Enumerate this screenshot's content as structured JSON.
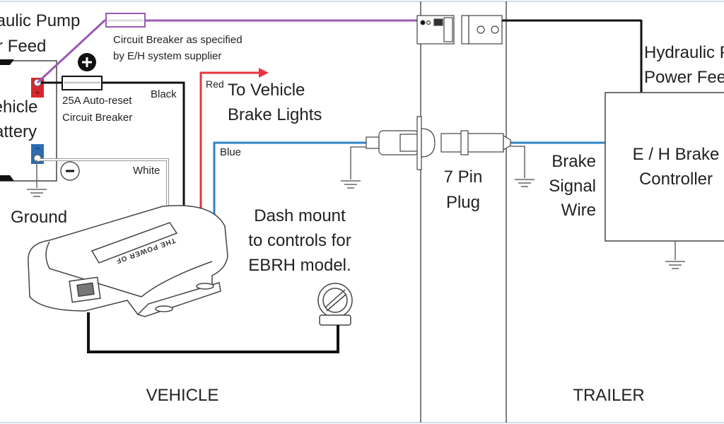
{
  "labels": {
    "pump_feed_left": [
      "Hydraulic Pump",
      "Power Feed"
    ],
    "breaker_spec": [
      "Circuit Breaker as specified",
      "by E/H system supplier"
    ],
    "battery": [
      "Vehicle",
      "Battery"
    ],
    "auto_reset": [
      "25A Auto-reset",
      "Circuit Breaker"
    ],
    "black": "Black",
    "white": "White",
    "red": "Red",
    "blue": "Blue",
    "brake_lights": [
      "To Vehicle",
      "Brake Lights"
    ],
    "ground": "Ground",
    "dash_mount": [
      "Dash mount",
      "to controls for",
      "EBRH model."
    ],
    "seven_pin": [
      "7 Pin",
      "Plug"
    ],
    "brake_signal": [
      "Brake",
      "Signal",
      "Wire"
    ],
    "pump_feed_right": [
      "Hydraulic Pump",
      "Power Feed"
    ],
    "controller": [
      "E / H Brake",
      "Controller"
    ],
    "vehicle": "VEHICLE",
    "trailer": "TRAILER",
    "plus_symbol": "+",
    "minus_symbol": "−"
  },
  "device_logo_text": "THE POWER OF",
  "colors": {
    "purple_wire": "#9b59b6",
    "black_wire": "#111111",
    "red_wire": "#e8343f",
    "blue_wire": "#2f86c8",
    "white_wire": "#bbbbbb",
    "positive_terminal": "#d9262e",
    "negative_terminal": "#2a6db3"
  }
}
